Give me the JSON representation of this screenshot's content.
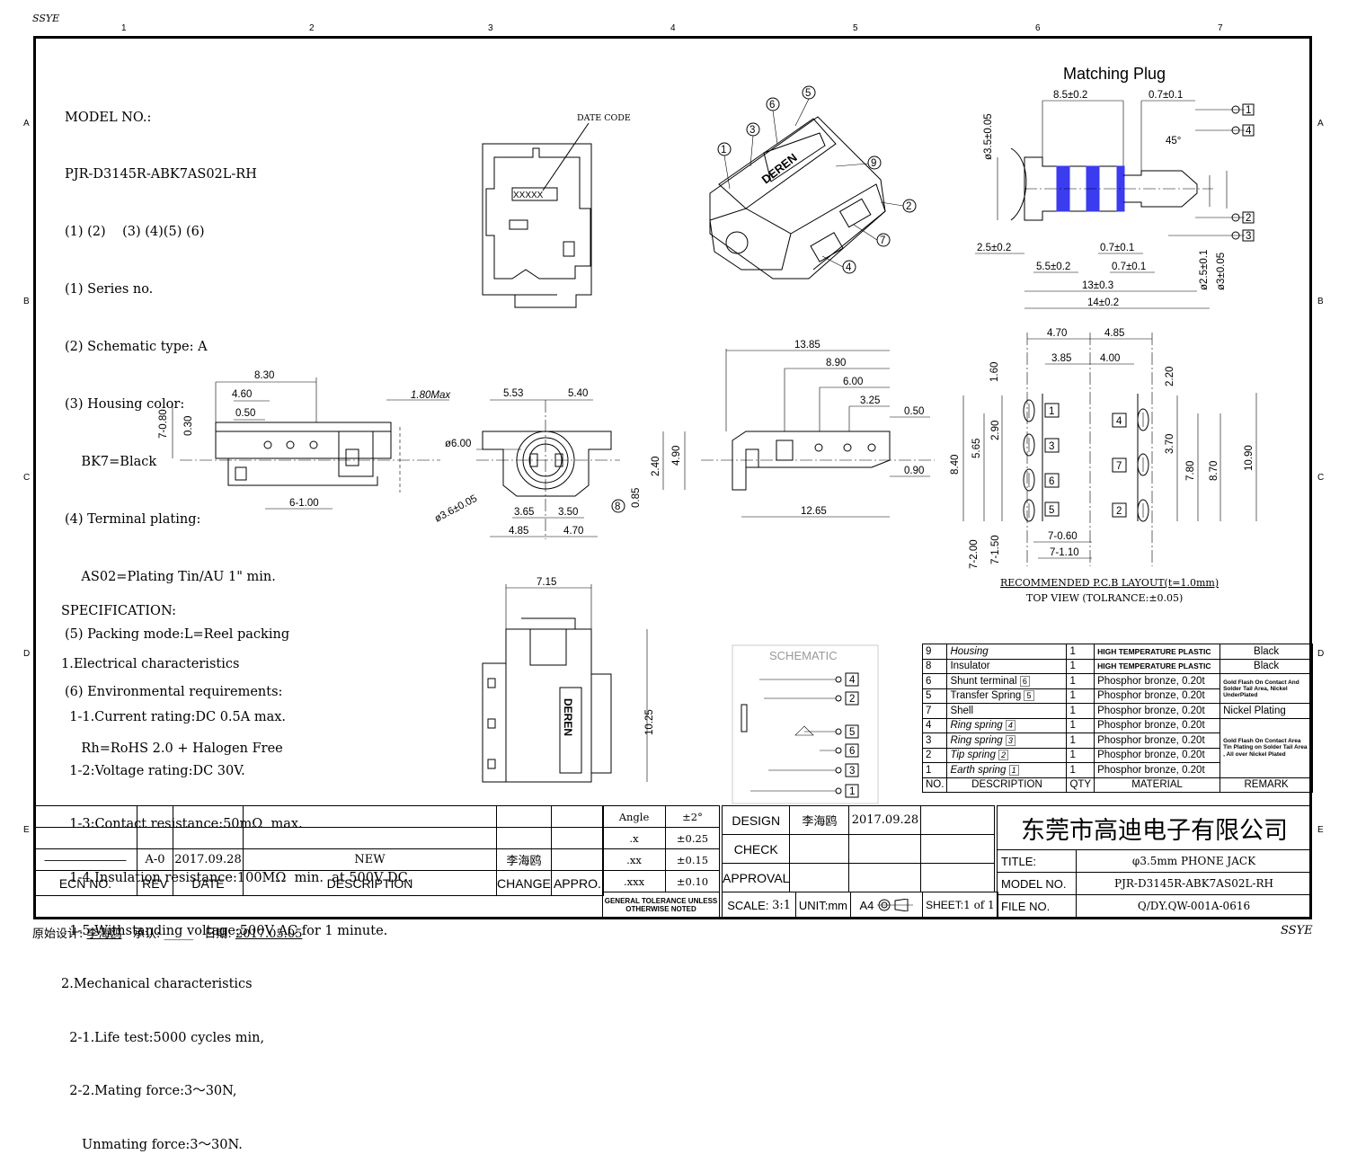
{
  "notes": {
    "model_label": "MODEL NO.:",
    "model_no": "PJR-D3145R-ABK7AS02L-RH",
    "index_line": "(1) (2)    (3) (4)(5) (6)",
    "lines": [
      "(1) Series no.",
      "(2) Schematic type: A",
      "(3) Housing color:",
      "    BK7=Black",
      "(4) Terminal plating:",
      "    AS02=Plating Tin/AU 1\" min.",
      "(5) Packing mode:L=Reel packing",
      "(6) Environmental requirements:",
      "    Rh=RoHS 2.0 + Halogen Free"
    ]
  },
  "spec": {
    "title": "SPECIFICATION:",
    "lines": [
      "1.Electrical characteristics",
      "  1-1.Current rating:DC 0.5A max.",
      "  1-2:Voltage rating:DC 30V.",
      "  1-3:Contact resistance:50mΩ  max.",
      "  1-4.Insulation resistance:100MΩ  min.  at 500V DC.",
      "  1-5.Withstanding voltage:500V AC for 1 minute.",
      "2.Mechanical characteristics",
      "  2-1.Life test:5000 cycles min,",
      "  2-2.Mating force:3～30N,",
      "     Unmating force:3～30N."
    ]
  },
  "labels": {
    "date_code": "DATE CODE",
    "date_code_box": "XXXXX",
    "matching_plug": "Matching Plug",
    "schematic": "SCHEMATIC",
    "pcb_layout": "RECOMMENDED P.C.B LAYOUT(t=1.0mm)",
    "top_view": "TOP VIEW (TOLRANCE:±0.05)",
    "brand": "DEREN",
    "sheet_mark_top": "SSYE",
    "sheet_mark_bottom": "SSYE"
  },
  "plug_dims": {
    "d1": "8.5±0.2",
    "d2": "0.7±0.1",
    "d3": "ø3.5±0.05",
    "d4": "45°",
    "d5": "2.5±0.2",
    "d6": "0.7±0.1",
    "d7": "5.5±0.2",
    "d8": "0.7±0.1",
    "d9": "13±0.3",
    "d10": "14±0.2",
    "d11": "ø2.5±0.1",
    "d12": "ø3±0.05",
    "p1": "1",
    "p4": "4",
    "p2": "2",
    "p3": "3"
  },
  "side_dims": {
    "a": "8.30",
    "b": "4.60",
    "c": "0.50",
    "d": "7-0.80",
    "e": "0.30",
    "f": "1.80Max",
    "g": "6-1.00"
  },
  "front_dims": {
    "a": "5.53",
    "b": "5.40",
    "c": "ø6.00",
    "d": "ø3.6±0.05",
    "e": "2.40",
    "f": "4.90",
    "g": "0.85",
    "h": "3.65",
    "i": "3.50",
    "j": "4.85",
    "k": "4.70",
    "l": "8"
  },
  "rside_dims": {
    "a": "13.85",
    "b": "8.90",
    "c": "6.00",
    "d": "3.25",
    "e": "0.50",
    "f": "0.90",
    "g": "12.65"
  },
  "top_dims": {
    "a": "7.15",
    "b": "10.25"
  },
  "pcb_dims": {
    "a": "4.70",
    "b": "4.85",
    "c": "3.85",
    "d": "4.00",
    "e": "1.60",
    "f": "2.20",
    "g": "2.90",
    "h": "5.65",
    "i": "8.40",
    "j": "3.70",
    "k": "7.80",
    "l": "8.70",
    "m": "10.90",
    "n": "7-0.60",
    "o": "7-1.10",
    "p": "7-1.50",
    "q": "7-2.00"
  },
  "pcb_pins_left": [
    "1",
    "3",
    "6",
    "5"
  ],
  "pcb_pins_right": [
    "4",
    "7",
    "2"
  ],
  "schematic_pins": [
    "4",
    "2",
    "5",
    "6",
    "3",
    "1"
  ],
  "iso_callouts": [
    "1",
    "3",
    "6",
    "5",
    "9",
    "2",
    "7",
    "4"
  ],
  "bom": {
    "rows": [
      {
        "no": "9",
        "desc": "Housing",
        "ref": "",
        "qty": "1",
        "mat": "HIGH TEMPERATURE PLASTIC",
        "remark": "Black"
      },
      {
        "no": "8",
        "desc": "Insulator",
        "ref": "",
        "qty": "1",
        "mat": "HIGH TEMPERATURE PLASTIC",
        "remark": "Black"
      },
      {
        "no": "6",
        "desc": "Shunt terminal",
        "ref": "6",
        "qty": "1",
        "mat": "Phosphor bronze, 0.20t",
        "remark": "Gold Flash On Contact And Solder Tail Area, Nickel UnderPlated"
      },
      {
        "no": "5",
        "desc": "Transfer Spring",
        "ref": "5",
        "qty": "1",
        "mat": "Phosphor bronze, 0.20t",
        "remark": ""
      },
      {
        "no": "7",
        "desc": "Shell",
        "ref": "",
        "qty": "1",
        "mat": "Phosphor bronze, 0.20t",
        "remark": "Nickel Plating"
      },
      {
        "no": "4",
        "desc": "Ring spring",
        "ref": "4",
        "qty": "1",
        "mat": "Phosphor bronze, 0.20t",
        "remark": "Gold Flash On Contact Area  Tin Plating on Solder Tail Area , All over Nickel Plated"
      },
      {
        "no": "3",
        "desc": "Ring spring",
        "ref": "3",
        "qty": "1",
        "mat": "Phosphor bronze, 0.20t",
        "remark": ""
      },
      {
        "no": "2",
        "desc": "Tip spring",
        "ref": "2",
        "qty": "1",
        "mat": "Phosphor bronze, 0.20t",
        "remark": ""
      },
      {
        "no": "1",
        "desc": "Earth spring",
        "ref": "1",
        "qty": "1",
        "mat": "Phosphor bronze, 0.20t",
        "remark": ""
      }
    ],
    "header": {
      "no": "NO.",
      "desc": "DESCRIPTION",
      "qty": "QTY",
      "mat": "MATERIAL",
      "remark": "REMARK"
    }
  },
  "title_block": {
    "rev_row": {
      "ecn": "———————",
      "rev": "A-0",
      "date": "2017.09.28",
      "desc": "NEW",
      "change": "李海鸥",
      "appro": ""
    },
    "headers": {
      "ecn": "ECN NO.",
      "rev": "REV",
      "date": "DATE",
      "desc": "DESCRIPTION",
      "change": "CHANGE",
      "appro": "APPRO."
    },
    "tolerance": [
      {
        "k": "Angle",
        "v": "±2°"
      },
      {
        "k": ".x",
        "v": "±0.25"
      },
      {
        "k": ".xx",
        "v": "±0.15"
      },
      {
        "k": ".xxx",
        "v": "±0.10"
      }
    ],
    "general_tol": "GENERAL TOLERANCE UNLESS OTHERWISE NOTED",
    "design_label": "DESIGN",
    "design_name": "李海鸥",
    "design_date": "2017.09.28",
    "check_label": "CHECK",
    "approval_label": "APPROVAL",
    "scale_label": "SCALE:",
    "scale": "3:1",
    "unit": "UNIT:mm",
    "paper": "A4",
    "sheet_label": "SHEET:",
    "sheet": "1 of 1",
    "company": "东莞市高迪电子有限公司",
    "title_label": "TITLE:",
    "title": "φ3.5mm PHONE JACK",
    "model_label": "MODEL NO.",
    "model": "PJR-D3145R-ABK7AS02L-RH",
    "file_label": "FILE NO.",
    "file": "Q/DY.QW-001A-0616"
  },
  "footer": {
    "designer_label": "原始设计:",
    "designer": "李海鸥",
    "accept_label": "承认:",
    "accept": "_____",
    "date_label": "日期:",
    "date": "2017.05.05"
  },
  "ruler": {
    "top": [
      "1",
      "2",
      "3",
      "4",
      "5",
      "6",
      "7"
    ],
    "side": [
      "A",
      "B",
      "C",
      "D",
      "E"
    ]
  }
}
